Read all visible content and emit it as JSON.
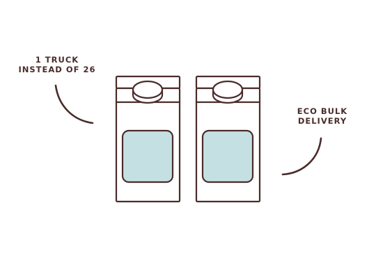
{
  "callouts": {
    "left": {
      "line1": "1 TRUCK",
      "line2": "INSTEAD OF 26"
    },
    "right": {
      "line1": "ECO BULK",
      "line2": "DELIVERY"
    }
  },
  "colors": {
    "stroke": "#4a2c2a",
    "label_fill": "#c5e0e3",
    "background": "#ffffff"
  },
  "icons": [
    "milk-carton-icon",
    "milk-carton-icon"
  ]
}
